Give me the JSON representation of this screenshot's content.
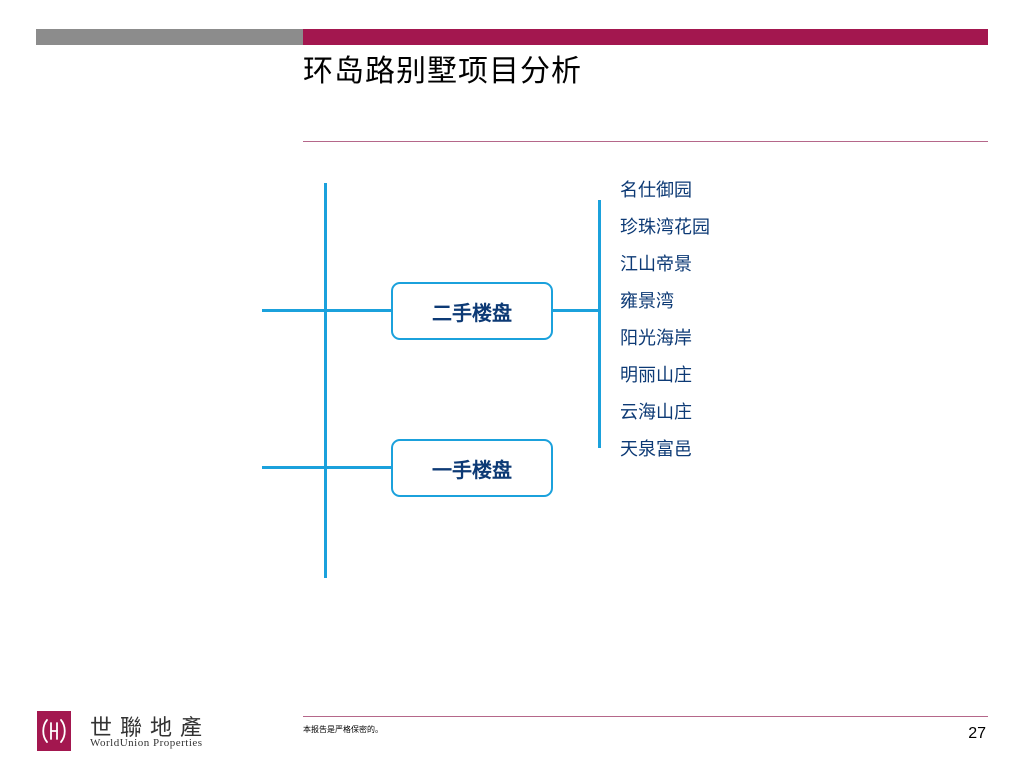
{
  "slide": {
    "title": "环岛路别墅项目分析",
    "page_number": "27",
    "confidential_note": "本报告是严格保密的。"
  },
  "diagram": {
    "nodes": [
      {
        "label": "二手楼盘"
      },
      {
        "label": "一手楼盘"
      }
    ],
    "second_hand_projects": [
      "名仕御园",
      "珍珠湾花园",
      "江山帝景",
      "雍景湾",
      "阳光海岸",
      "明丽山庄",
      "云海山庄",
      "天泉富邑"
    ]
  },
  "logo": {
    "chinese_name": "世聯地產",
    "english_name": "WorldUnion Properties"
  },
  "colors": {
    "brand": "#a3174f",
    "header_gray": "#8c8c8c",
    "connector": "#1ba1dc",
    "text_dark_blue": "#0d3a75"
  }
}
